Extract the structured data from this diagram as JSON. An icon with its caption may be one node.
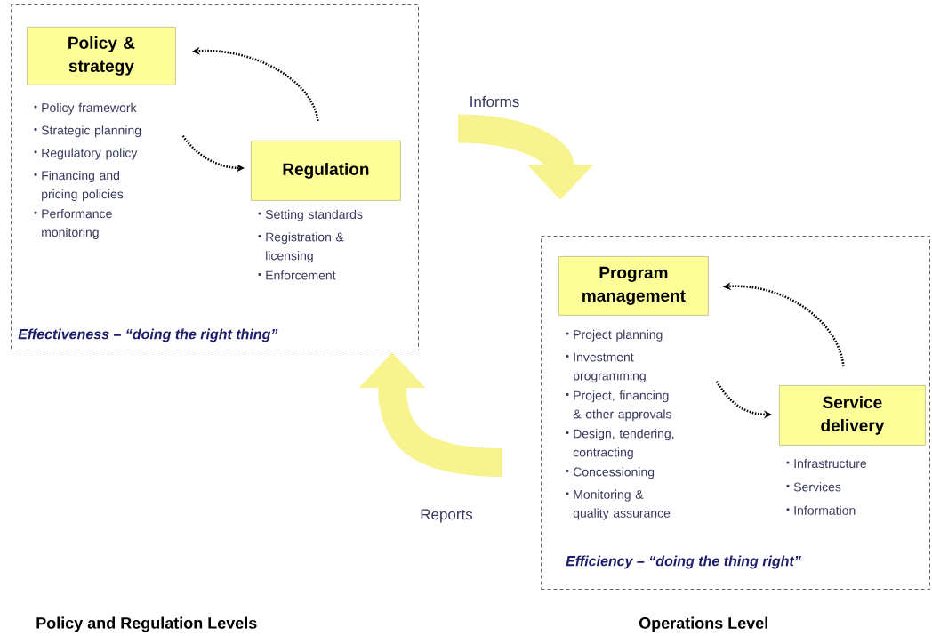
{
  "diagram": {
    "nodes": [
      {
        "text": [
          "Effectiveness – “doing the right thing”"
        ]
      },
      {
        "text": [
          "Policy & strategy"
        ],
        "in": 0,
        "beside": [
          "Policy framework",
          "Strategic planning",
          "Regulatory policy",
          "Financing and pricing policies",
          "Performance monitoring"
        ]
      },
      {
        "text": [
          "Regulation"
        ],
        "in": 0,
        "beside": [
          "Setting standards",
          "Registration & licensing",
          "Enforcement"
        ]
      },
      {
        "text": [
          "Efficiency – “doing the thing right”"
        ]
      },
      {
        "text": [
          "Program management"
        ],
        "in": 3,
        "beside": [
          "Project planning",
          "Investment programming",
          "Project, financing & other approvals",
          "Design, tendering, contracting",
          "Concessioning",
          "Monitoring & quality assurance"
        ]
      },
      {
        "text": [
          "Service delivery"
        ],
        "in": 3,
        "beside": [
          "Infrastructure",
          "Services",
          "Information"
        ]
      }
    ],
    "edges": [
      {
        "from": 0,
        "to": 3,
        "arrow": "to",
        "label": "Informs",
        "style": "thick",
        "color": "#f7f38e"
      },
      {
        "from": 3,
        "to": 0,
        "arrow": "to",
        "label": "Reports",
        "style": "thick",
        "color": "#f7f38e"
      },
      {
        "from": 2,
        "to": 1,
        "arrow": "to",
        "style": "dashed"
      },
      {
        "from": 1,
        "to": 2,
        "arrow": "to",
        "style": "dashed"
      },
      {
        "from": 5,
        "to": 4,
        "arrow": "to",
        "style": "dashed"
      },
      {
        "from": 4,
        "to": 5,
        "arrow": "to",
        "style": "dashed"
      }
    ],
    "labels": [
      "Policy and Regulation Levels",
      "Operations Level"
    ]
  }
}
